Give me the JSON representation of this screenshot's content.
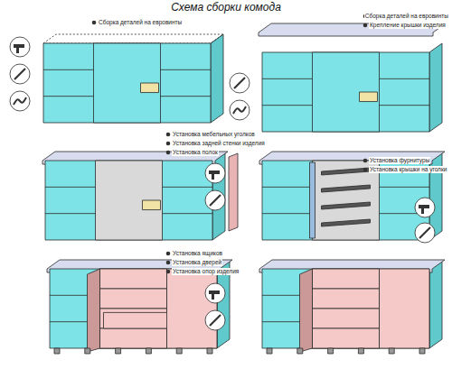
{
  "diagram": {
    "title": "Схема сборки комода",
    "labels": [
      "Сборка деталей на евровинты",
      "Сборка деталей на евровинты",
      "Крепление крышки изделия",
      "Установка мебельных уголков",
      "Установка задней стенки изделия",
      "Установка полок",
      "Установка фурнитуры",
      "Установка крышки на уголки",
      "Установка ящиков",
      "Установка дверей",
      "Установка опор изделия"
    ]
  }
}
